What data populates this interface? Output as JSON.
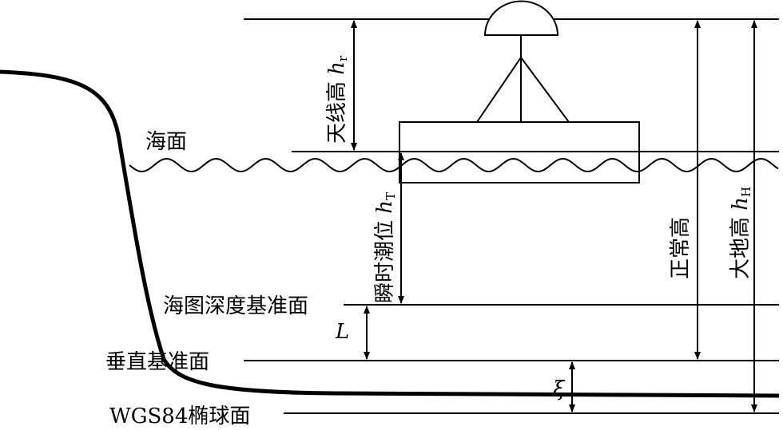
{
  "labels": {
    "sea_surface": "海面",
    "chart_datum": "海图深度基准面",
    "vertical_datum": "垂直基准面",
    "ellipsoid": "WGS84椭球面",
    "antenna_height": "天线高",
    "antenna_sym": "h",
    "antenna_sub": "r",
    "tide_height": "瞬时潮位",
    "tide_sym": "h",
    "tide_sub": "T",
    "normal_height": "正常高",
    "geodetic_height": "大地高",
    "geodetic_sym": "h",
    "geodetic_sub": "H",
    "offset_L": "L",
    "xi": "ξ"
  },
  "colors": {
    "stroke": "#000000",
    "background": "#ffffff"
  }
}
